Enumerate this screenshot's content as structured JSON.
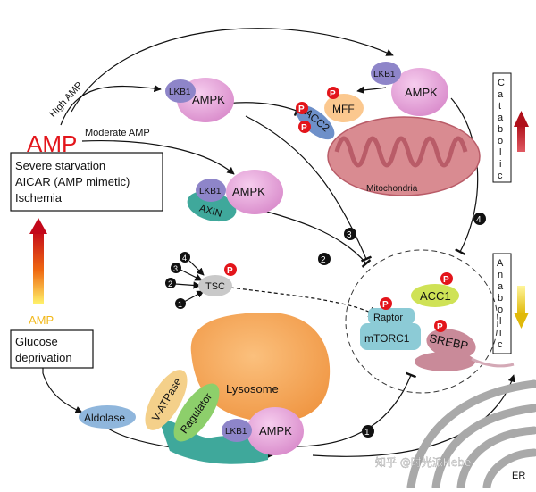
{
  "labels": {
    "high_amp": "High AMP",
    "moderate_amp": "Moderate AMP",
    "amp_large": "AMP",
    "amp_small": "AMP",
    "conditions": [
      "Severe starvation",
      "AICAR (AMP mimetic)",
      "Ischemia"
    ],
    "glucose": [
      "Glucose",
      "deprivation"
    ],
    "lkb1": "LKB1",
    "ampk": "AMPK",
    "axin": "AXIN",
    "p": "P",
    "mff": "MFF",
    "acc2": "ACC2",
    "mitochondria": "Mitochondria",
    "tsc": "TSC",
    "raptor": "Raptor",
    "mtorc1": "mTORC1",
    "acc1": "ACC1",
    "srebp": "SREBP",
    "lysosome": "Lysosome",
    "aldolase": "Aldolase",
    "vatpase": "V-ATPase",
    "ragulator": "Ragulator",
    "er": "ER",
    "catabolic": [
      "C",
      "a",
      "t",
      "a",
      "b",
      "o",
      "l",
      "i",
      "c"
    ],
    "anabolic": [
      "A",
      "n",
      "a",
      "b",
      "o",
      "l",
      "i",
      "c"
    ],
    "n1": "1",
    "n2": "2",
    "n3": "3",
    "n4": "4",
    "watermark": "知乎 @时光派Hebe"
  },
  "colors": {
    "amp_red": "#e3151b",
    "amp_yellow": "#f2b81b",
    "ampk_pink": "#e7a3d9",
    "lkb1_purple": "#8e85c9",
    "axin_teal": "#3fa89b",
    "p_red": "#e3151b",
    "mff_orange": "#fbc88f",
    "acc2_blue": "#6e90c9",
    "mito_outer": "#d98b91",
    "mito_inner": "#b95c68",
    "acc1_green": "#cfe256",
    "mtorc1_blue": "#8ccbd6",
    "srebp_mauve": "#c98a99",
    "lysosome_orange": "#f6a55a",
    "aldolase_blue": "#8fb6dc",
    "vatpase_tan": "#f4d08a",
    "ragulator_green": "#8dcf6b",
    "er_gray": "#a9a9a9"
  }
}
